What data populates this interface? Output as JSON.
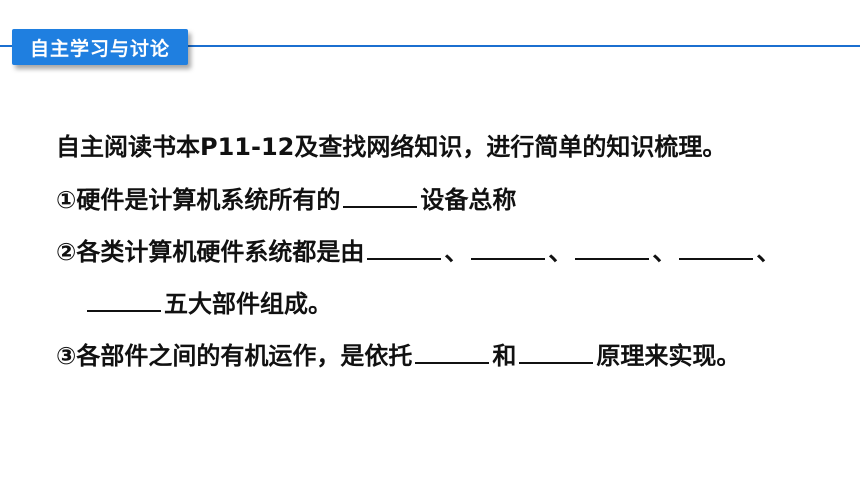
{
  "header": {
    "tag_label": "自主学习与讨论"
  },
  "content": {
    "intro": "自主阅读书本P11-12及查找网络知识，进行简单的知识梳理。",
    "item1": {
      "before": "①硬件是计算机系统所有的",
      "after": "设备总称"
    },
    "item2": {
      "before": "②各类计算机硬件系统都是由",
      "sep1": "、",
      "sep2": "、",
      "sep3": "、",
      "sep4": "、",
      "after": "五大部件组成。"
    },
    "item3": {
      "before": "③各部件之间的有机运作，是依托",
      "middle": "和",
      "after": "原理来实现。"
    }
  }
}
